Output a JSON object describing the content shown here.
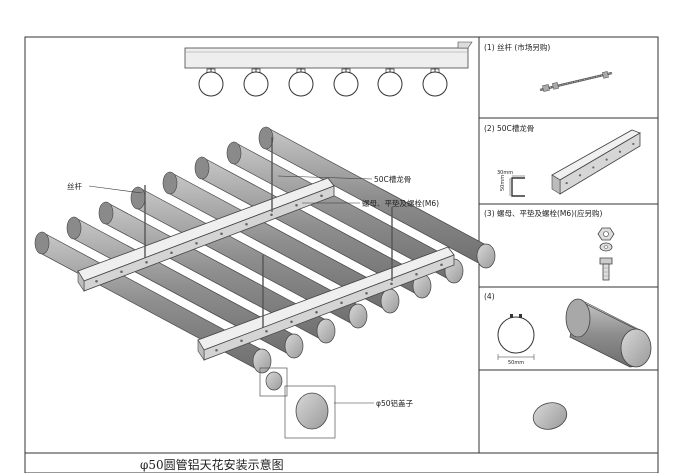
{
  "title": "φ50圆管铝天花安装示意图",
  "main": {
    "label_rod": "丝杆",
    "label_channel": "50C槽龙骨",
    "label_nut": "螺母、平垫及螺栓(M6)",
    "label_cap": "φ50铝盖子"
  },
  "panels": [
    {
      "caption": "(1) 丝杆 (市场另购)"
    },
    {
      "caption": "(2) 50C槽龙骨",
      "dim_a": "30mm",
      "dim_b": "50mm"
    },
    {
      "caption": "(3) 螺母、平垫及螺栓(M6)(应另购)"
    },
    {
      "caption": "(4)",
      "dim": "50mm"
    },
    {
      "caption": ""
    }
  ],
  "colors": {
    "line": "#333333",
    "tube": "#9a9a9a",
    "tube_end": "#b8b8b8",
    "rail": "#e6e6e6"
  }
}
